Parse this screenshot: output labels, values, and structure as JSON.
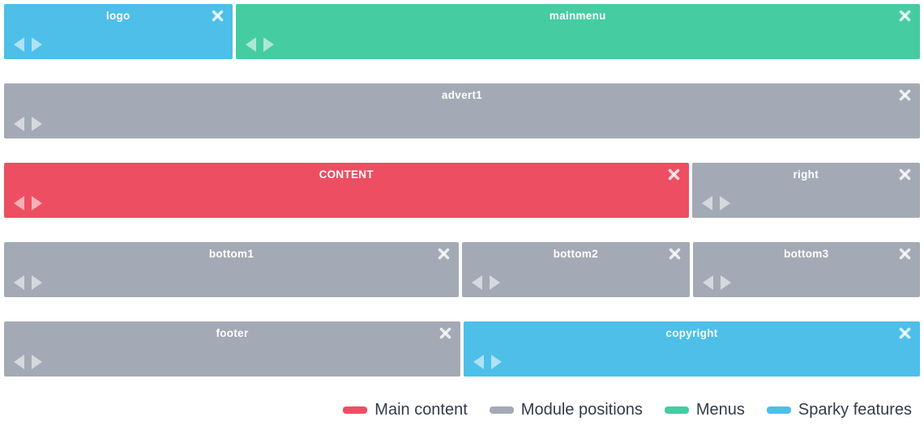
{
  "palette": {
    "main_content": "#ee4e62",
    "module_positions": "#a3aab5",
    "menus": "#45cca1",
    "sparky_features": "#4dbfe9"
  },
  "icons": {
    "close": "close-icon",
    "move_left": "move-left-arrow-icon",
    "move_right": "move-right-arrow-icon"
  },
  "rows": [
    {
      "blocks": [
        {
          "label": "logo",
          "type": "sparky_features",
          "span": 25
        },
        {
          "label": "mainmenu",
          "type": "menus",
          "span": 75
        }
      ]
    },
    {
      "blocks": [
        {
          "label": "advert1",
          "type": "module_positions",
          "span": 100
        }
      ]
    },
    {
      "blocks": [
        {
          "label": "CONTENT",
          "type": "main_content",
          "span": 75
        },
        {
          "label": "right",
          "type": "module_positions",
          "span": 25
        }
      ]
    },
    {
      "blocks": [
        {
          "label": "bottom1",
          "type": "module_positions",
          "span": 50
        },
        {
          "label": "bottom2",
          "type": "module_positions",
          "span": 25
        },
        {
          "label": "bottom3",
          "type": "module_positions",
          "span": 25
        }
      ]
    },
    {
      "blocks": [
        {
          "label": "footer",
          "type": "module_positions",
          "span": 50
        },
        {
          "label": "copyright",
          "type": "sparky_features",
          "span": 50
        }
      ]
    }
  ],
  "legend": [
    {
      "label": "Main content",
      "color_key": "main_content"
    },
    {
      "label": "Module positions",
      "color_key": "module_positions"
    },
    {
      "label": "Menus",
      "color_key": "menus"
    },
    {
      "label": "Sparky features",
      "color_key": "sparky_features"
    }
  ]
}
